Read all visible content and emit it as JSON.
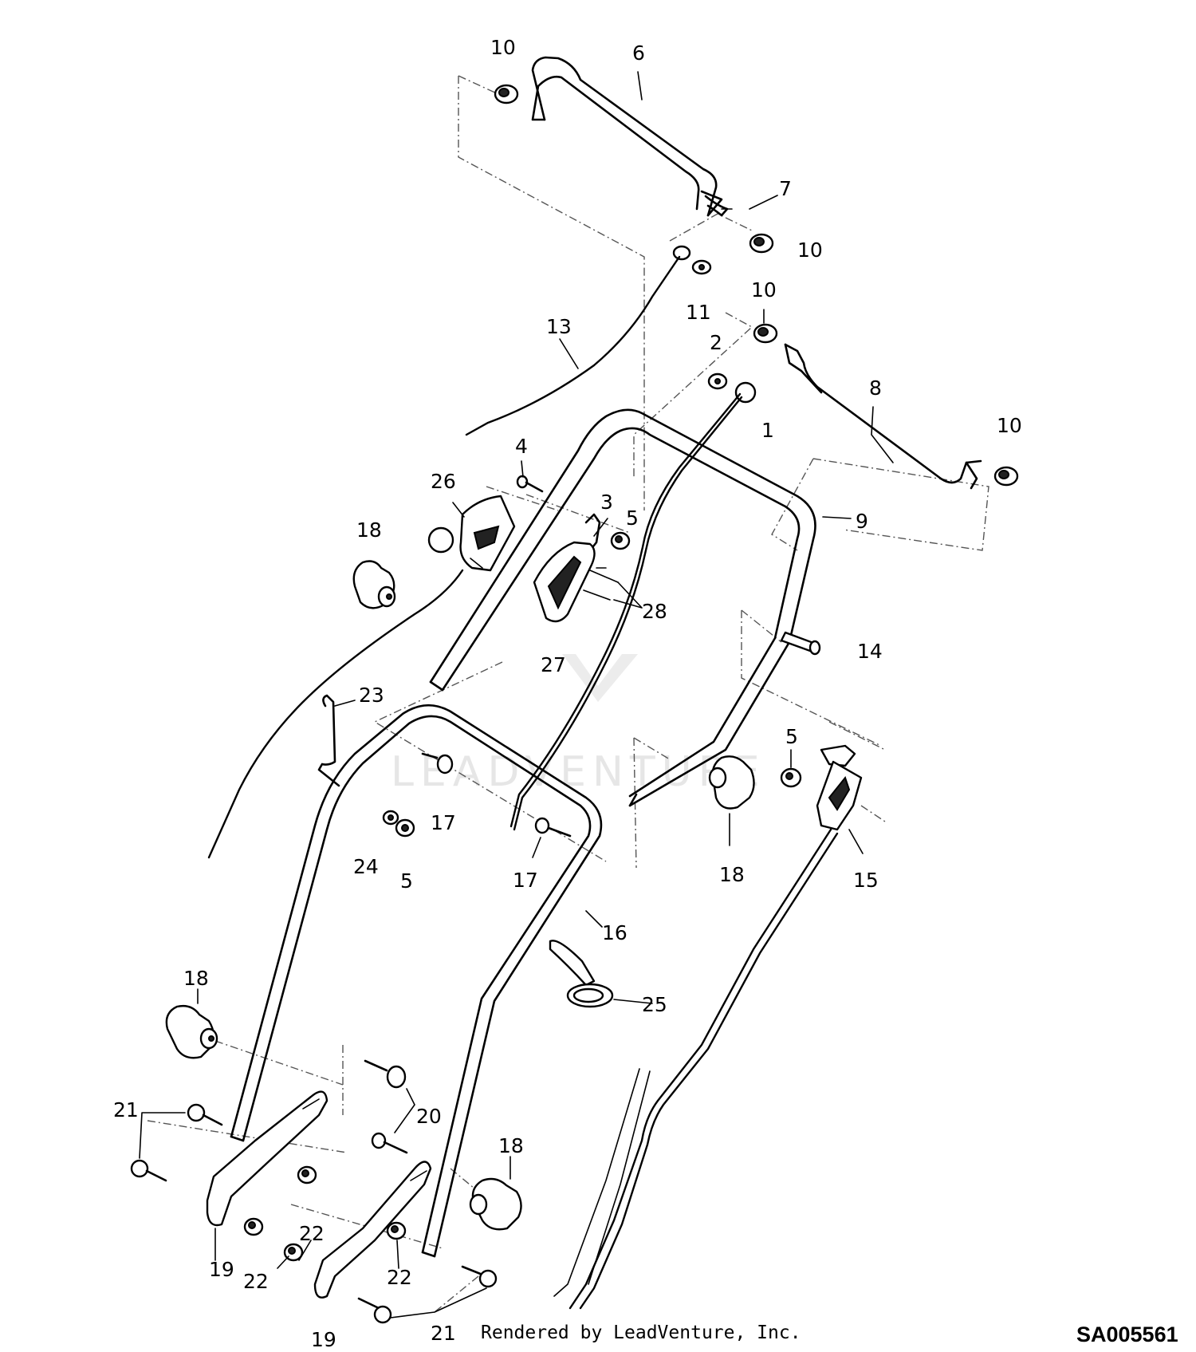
{
  "diagram": {
    "callouts": [
      {
        "id": "c10a",
        "text": "10"
      },
      {
        "id": "c6",
        "text": "6"
      },
      {
        "id": "c7",
        "text": "7"
      },
      {
        "id": "c10b",
        "text": "10"
      },
      {
        "id": "c10c",
        "text": "10"
      },
      {
        "id": "c11",
        "text": "11"
      },
      {
        "id": "c2",
        "text": "2"
      },
      {
        "id": "c13",
        "text": "13"
      },
      {
        "id": "c8",
        "text": "8"
      },
      {
        "id": "c1",
        "text": "1"
      },
      {
        "id": "c10d",
        "text": "10"
      },
      {
        "id": "c4",
        "text": "4"
      },
      {
        "id": "c26",
        "text": "26"
      },
      {
        "id": "c3",
        "text": "3"
      },
      {
        "id": "c5a",
        "text": "5"
      },
      {
        "id": "c9",
        "text": "9"
      },
      {
        "id": "c18a",
        "text": "18"
      },
      {
        "id": "c28",
        "text": "28"
      },
      {
        "id": "c14",
        "text": "14"
      },
      {
        "id": "c27",
        "text": "27"
      },
      {
        "id": "c23",
        "text": "23"
      },
      {
        "id": "c5b",
        "text": "5"
      },
      {
        "id": "c17a",
        "text": "17"
      },
      {
        "id": "c24",
        "text": "24"
      },
      {
        "id": "c5c",
        "text": "5"
      },
      {
        "id": "c17b",
        "text": "17"
      },
      {
        "id": "c18b",
        "text": "18"
      },
      {
        "id": "c15",
        "text": "15"
      },
      {
        "id": "c16",
        "text": "16"
      },
      {
        "id": "c25",
        "text": "25"
      },
      {
        "id": "c18c",
        "text": "18"
      },
      {
        "id": "c21a",
        "text": "21"
      },
      {
        "id": "c20",
        "text": "20"
      },
      {
        "id": "c18d",
        "text": "18"
      },
      {
        "id": "c22a",
        "text": "22"
      },
      {
        "id": "c19a",
        "text": "19"
      },
      {
        "id": "c22b",
        "text": "22"
      },
      {
        "id": "c22c",
        "text": "22"
      },
      {
        "id": "c19b",
        "text": "19"
      },
      {
        "id": "c21b",
        "text": "21"
      }
    ],
    "watermark_text": "LEADVENTURE"
  },
  "footer": {
    "credit": "Rendered by LeadVenture, Inc.",
    "figure_code": "SA005561"
  }
}
